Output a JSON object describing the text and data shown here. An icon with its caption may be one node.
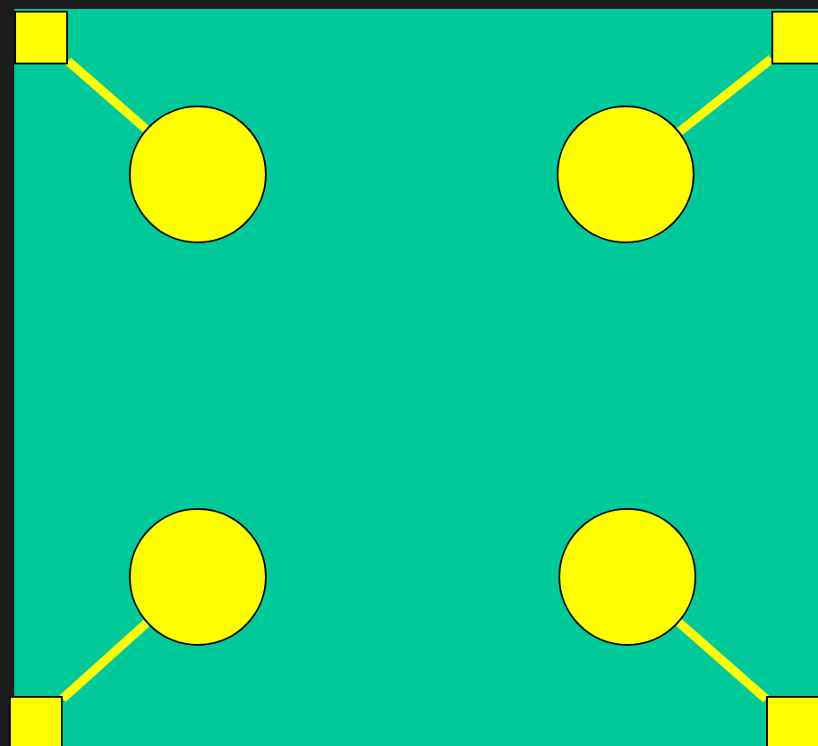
{
  "diagram": {
    "nodes": [
      {
        "text": [],
        "shape": "box"
      },
      {
        "text": [],
        "shape": "box"
      },
      {
        "text": [],
        "shape": "circle"
      },
      {
        "text": [],
        "shape": "circle"
      },
      {
        "text": [],
        "shape": "circle"
      },
      {
        "text": [],
        "shape": "circle"
      },
      {
        "text": [],
        "shape": "box"
      },
      {
        "text": [],
        "shape": "box"
      }
    ],
    "edges": [
      {
        "from": 0,
        "to": 2,
        "arrow": "none"
      },
      {
        "from": 1,
        "to": 3,
        "arrow": "none"
      },
      {
        "from": 6,
        "to": 4,
        "arrow": "none"
      },
      {
        "from": 7,
        "to": 5,
        "arrow": "none"
      }
    ]
  }
}
